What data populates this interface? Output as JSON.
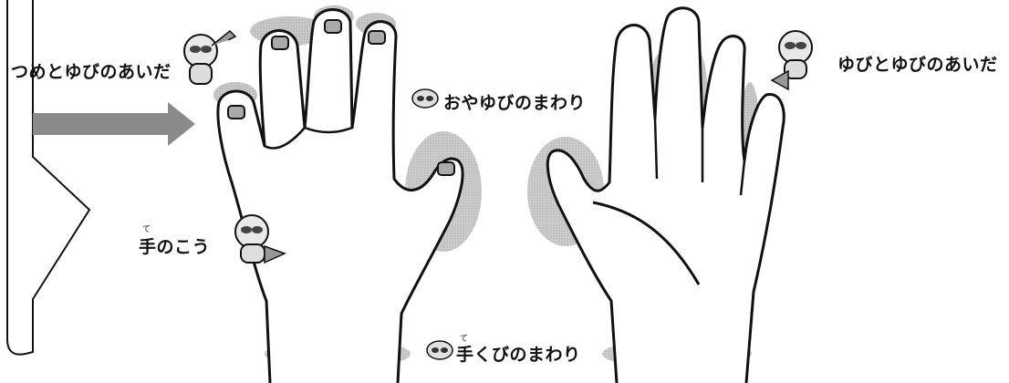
{
  "labels": {
    "nails_between_fingers": "つめとゆびのあいだ",
    "around_thumb": "おやゆびのまわり",
    "between_fingers": "ゆびとゆびのあいだ",
    "back_of_hand": "手のこう",
    "back_of_hand_ruby": "て",
    "around_wrist": "手くびのまわり",
    "around_wrist_ruby": "て"
  },
  "icons": {
    "mascot": "raccoon-mascot-icon",
    "pointer": "arrow-icon"
  },
  "colors": {
    "highlight": "#b9b9b9",
    "outline": "#111111",
    "arrow": "#8a8a8a"
  }
}
